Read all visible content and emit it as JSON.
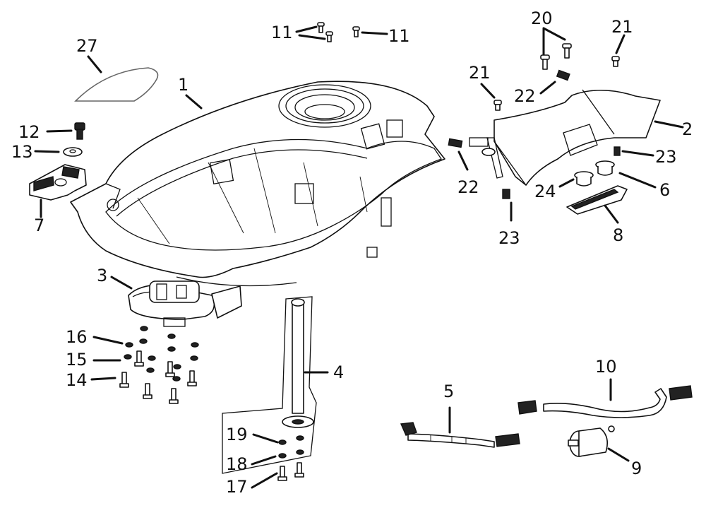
{
  "title": "Fuel tank assembly exploded parts diagram",
  "callouts": [
    {
      "id": "c1",
      "text": "1"
    },
    {
      "id": "c2",
      "text": "2"
    },
    {
      "id": "c3",
      "text": "3"
    },
    {
      "id": "c4",
      "text": "4"
    },
    {
      "id": "c5",
      "text": "5"
    },
    {
      "id": "c6",
      "text": "6"
    },
    {
      "id": "c7",
      "text": "7"
    },
    {
      "id": "c8",
      "text": "8"
    },
    {
      "id": "c9",
      "text": "9"
    },
    {
      "id": "c10",
      "text": "10"
    },
    {
      "id": "c11a",
      "text": "11"
    },
    {
      "id": "c11b",
      "text": "11"
    },
    {
      "id": "c12",
      "text": "12"
    },
    {
      "id": "c13",
      "text": "13"
    },
    {
      "id": "c14",
      "text": "14"
    },
    {
      "id": "c15",
      "text": "15"
    },
    {
      "id": "c16",
      "text": "16"
    },
    {
      "id": "c17",
      "text": "17"
    },
    {
      "id": "c18",
      "text": "18"
    },
    {
      "id": "c19",
      "text": "19"
    },
    {
      "id": "c20",
      "text": "20"
    },
    {
      "id": "c21a",
      "text": "21"
    },
    {
      "id": "c21b",
      "text": "21"
    },
    {
      "id": "c22a",
      "text": "22"
    },
    {
      "id": "c22b",
      "text": "22"
    },
    {
      "id": "c23a",
      "text": "23"
    },
    {
      "id": "c23b",
      "text": "23"
    },
    {
      "id": "c24",
      "text": "24"
    },
    {
      "id": "c27",
      "text": "27"
    }
  ],
  "parts": [
    {
      "number": "1",
      "name": "fuel-tank"
    },
    {
      "number": "2",
      "name": "tank-cover"
    },
    {
      "number": "3",
      "name": "fuel-pump"
    },
    {
      "number": "4",
      "name": "fuel-level-sensor"
    },
    {
      "number": "5",
      "name": "fuel-hose"
    },
    {
      "number": "6",
      "name": "rubber-grommet"
    },
    {
      "number": "7",
      "name": "mounting-bracket"
    },
    {
      "number": "8",
      "name": "rubber-pad"
    },
    {
      "number": "9",
      "name": "fuel-filter"
    },
    {
      "number": "10",
      "name": "fuel-hose-long"
    },
    {
      "number": "11",
      "name": "screw"
    },
    {
      "number": "12",
      "name": "bolt"
    },
    {
      "number": "13",
      "name": "washer"
    },
    {
      "number": "14",
      "name": "bolt"
    },
    {
      "number": "15",
      "name": "washer"
    },
    {
      "number": "16",
      "name": "nut"
    },
    {
      "number": "17",
      "name": "bolt"
    },
    {
      "number": "18",
      "name": "washer"
    },
    {
      "number": "19",
      "name": "nut"
    },
    {
      "number": "20",
      "name": "screw"
    },
    {
      "number": "21",
      "name": "screw"
    },
    {
      "number": "22",
      "name": "clip-nut"
    },
    {
      "number": "23",
      "name": "clip"
    },
    {
      "number": "24",
      "name": "grommet"
    },
    {
      "number": "27",
      "name": "gasket"
    }
  ]
}
